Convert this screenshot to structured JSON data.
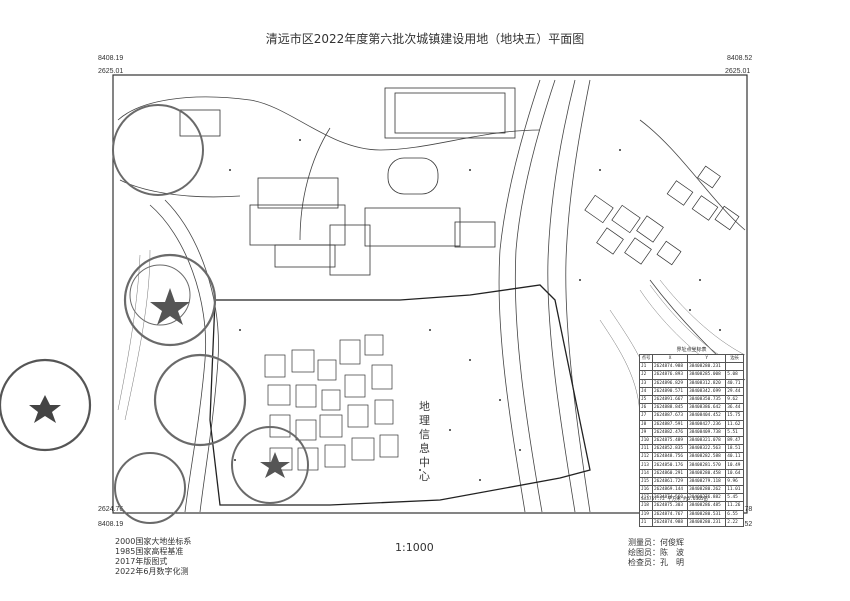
{
  "title": "清远市区2022年度第六批次城镇建设用地（地块五）平面图",
  "corners": {
    "top_left_x": "8408.19",
    "top_left_y": "2625.01",
    "top_right_x": "8408.52",
    "top_right_y": "2625.01",
    "bottom_left_y": "2624.76",
    "bottom_left_x": "8408.19",
    "bottom_right_y": "2624.78",
    "bottom_right_x": "8408.52"
  },
  "scale": "1:1000",
  "notes": [
    "2000国家大地坐标系",
    "1985国家高程基准",
    "2017年版图式",
    "2022年6月数字化测"
  ],
  "signatures": [
    "测量员：何俊辉",
    "绘图员：陈　波",
    "检查员：孔　明"
  ],
  "stamp_chars": [
    "地",
    "理",
    "信",
    "息",
    "中",
    "心"
  ],
  "coord_table": {
    "caption": "界址点坐标表",
    "headers": [
      "点号",
      "X",
      "Y",
      "边长"
    ],
    "rows": [
      [
        "J1",
        "2624874.988",
        "38408280.231",
        ""
      ],
      [
        "J2",
        "2624876.893",
        "38408285.008",
        "5.08"
      ],
      [
        "J3",
        "2624896.829",
        "38408312.820",
        "40.71"
      ],
      [
        "J4",
        "2624890.571",
        "38408342.699",
        "29.44"
      ],
      [
        "J5",
        "2624891.667",
        "38408350.735",
        "9.62"
      ],
      [
        "J6",
        "2624888.845",
        "38408386.642",
        "36.44"
      ],
      [
        "J7",
        "2624887.673",
        "38408404.452",
        "15.75"
      ],
      [
        "J8",
        "2624887.591",
        "38408427.236",
        "11.62"
      ],
      [
        "J9",
        "2624882.476",
        "38408409.738",
        "5.51"
      ],
      [
        "J10",
        "2624875.489",
        "38408321.078",
        "89.47"
      ],
      [
        "J11",
        "2624852.835",
        "38408322.563",
        "18.51"
      ],
      [
        "J12",
        "2624848.756",
        "38408282.588",
        "40.11"
      ],
      [
        "J13",
        "2624850.176",
        "38408281.570",
        "10.49"
      ],
      [
        "J14",
        "2624860.291",
        "38408280.458",
        "10.64"
      ],
      [
        "J15",
        "2624861.729",
        "38408279.118",
        "9.96"
      ],
      [
        "J16",
        "2624869.144",
        "38408280.262",
        "11.01"
      ],
      [
        "J17",
        "2624874.560",
        "38408276.882",
        "5.45"
      ],
      [
        "J18",
        "2624875.303",
        "38408286.485",
        "11.26"
      ],
      [
        "J19",
        "2624874.767",
        "38408280.531",
        "6.55"
      ],
      [
        "J1",
        "2624874.988",
        "38408280.231",
        "2.22"
      ]
    ],
    "summary": "S=3757.72 平方米 约5.6365亩"
  },
  "colors": {
    "line": "#333333",
    "stamp": "#6a6a6a"
  }
}
